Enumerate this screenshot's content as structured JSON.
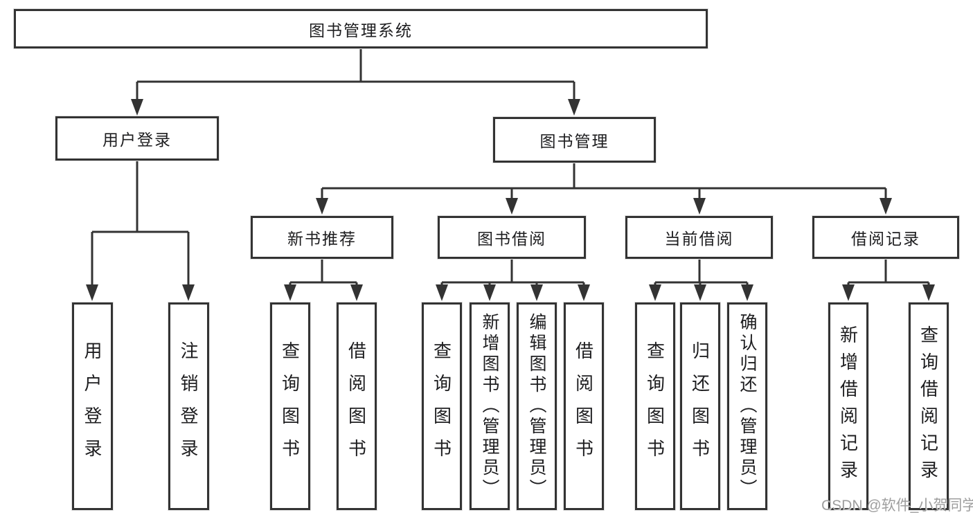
{
  "tree": {
    "label": "图书管理系统",
    "children": [
      {
        "label": "用户登录",
        "children": [
          {
            "label": "用户登录"
          },
          {
            "label": "注销登录"
          }
        ]
      },
      {
        "label": "图书管理",
        "children": [
          {
            "label": "新书推荐",
            "children": [
              {
                "label": "查询图书"
              },
              {
                "label": "借阅图书"
              }
            ]
          },
          {
            "label": "图书借阅",
            "children": [
              {
                "label": "查询图书"
              },
              {
                "label": "新增图书（管理员）"
              },
              {
                "label": "编辑图书（管理员）"
              },
              {
                "label": "借阅图书"
              }
            ]
          },
          {
            "label": "当前借阅",
            "children": [
              {
                "label": "查询图书"
              },
              {
                "label": "归还图书"
              },
              {
                "label": "确认归还（管理员）"
              }
            ]
          },
          {
            "label": "借阅记录",
            "children": [
              {
                "label": "新增借阅记录"
              },
              {
                "label": "查询借阅记录"
              }
            ]
          }
        ]
      }
    ]
  },
  "watermark": "CSDN @软件_小贺同学",
  "colors": {
    "line": "#333333",
    "text": "#1d1d1f",
    "background": "#ffffff",
    "watermark": "#9e9e9e"
  }
}
